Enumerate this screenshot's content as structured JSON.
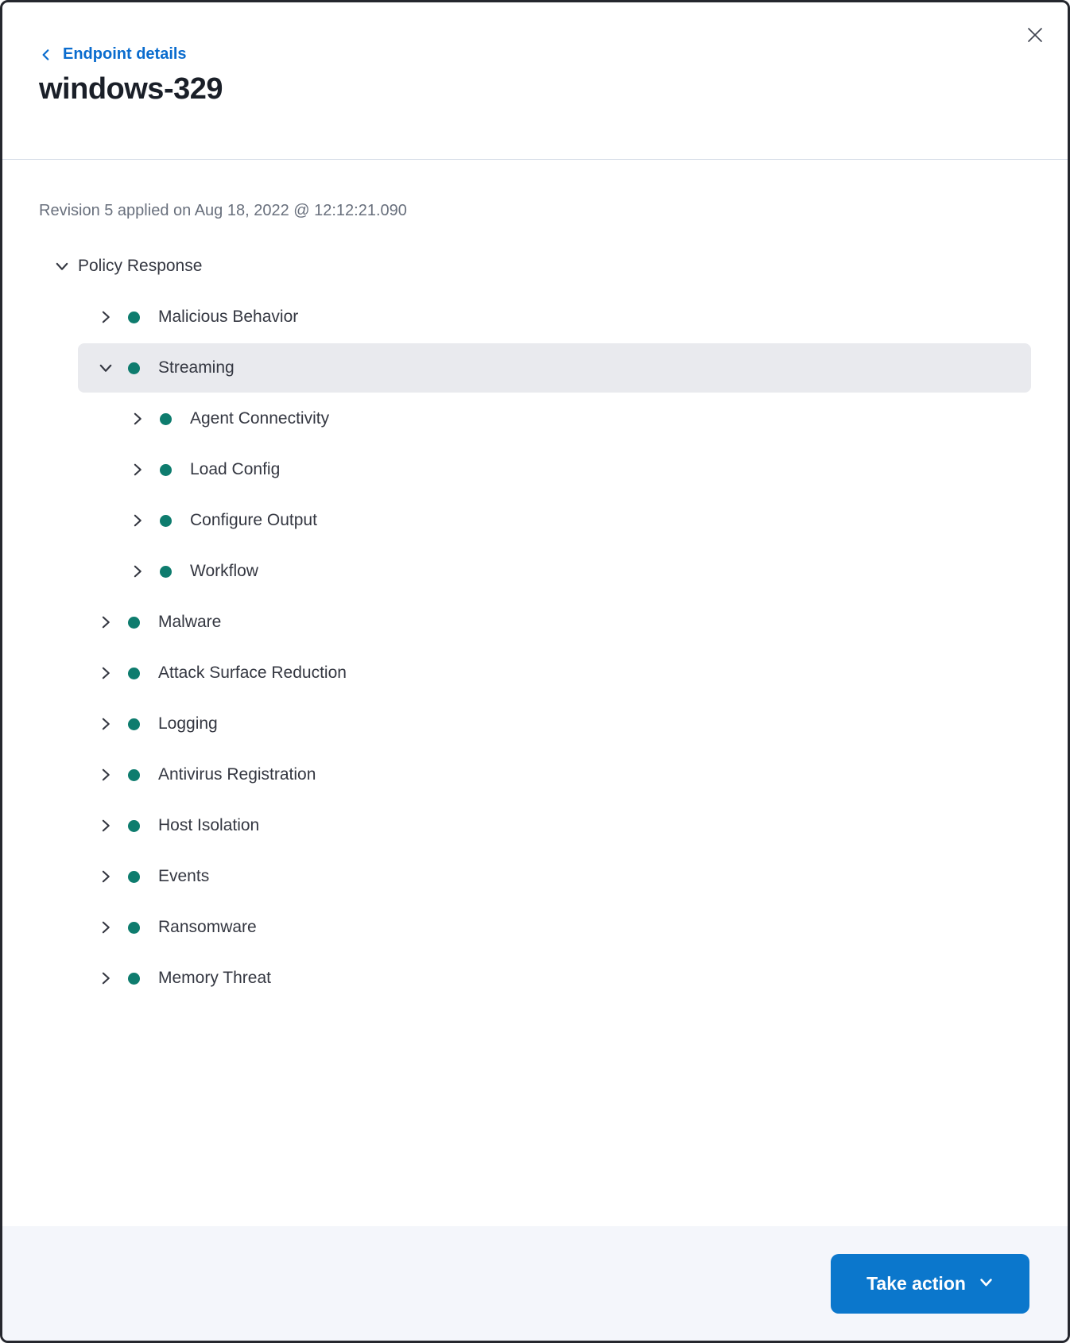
{
  "panel": {
    "back_link_label": "Endpoint details",
    "title": "windows-329",
    "revision_text": "Revision 5 applied on Aug 18, 2022 @ 12:12:21.090"
  },
  "tree": {
    "root": {
      "label": "Policy Response",
      "expanded": true
    },
    "items": [
      {
        "label": "Malicious Behavior",
        "level": 1,
        "expanded": false,
        "selected": false
      },
      {
        "label": "Streaming",
        "level": 1,
        "expanded": true,
        "selected": true
      },
      {
        "label": "Agent Connectivity",
        "level": 2,
        "expanded": false,
        "selected": false
      },
      {
        "label": "Load Config",
        "level": 2,
        "expanded": false,
        "selected": false
      },
      {
        "label": "Configure Output",
        "level": 2,
        "expanded": false,
        "selected": false
      },
      {
        "label": "Workflow",
        "level": 2,
        "expanded": false,
        "selected": false
      },
      {
        "label": "Malware",
        "level": 1,
        "expanded": false,
        "selected": false
      },
      {
        "label": "Attack Surface Reduction",
        "level": 1,
        "expanded": false,
        "selected": false
      },
      {
        "label": "Logging",
        "level": 1,
        "expanded": false,
        "selected": false
      },
      {
        "label": "Antivirus Registration",
        "level": 1,
        "expanded": false,
        "selected": false
      },
      {
        "label": "Host Isolation",
        "level": 1,
        "expanded": false,
        "selected": false
      },
      {
        "label": "Events",
        "level": 1,
        "expanded": false,
        "selected": false
      },
      {
        "label": "Ransomware",
        "level": 1,
        "expanded": false,
        "selected": false
      },
      {
        "label": "Memory Threat",
        "level": 1,
        "expanded": false,
        "selected": false
      }
    ]
  },
  "footer": {
    "take_action_label": "Take action"
  },
  "icons": {
    "close": "close-icon",
    "back_chevron": "chevron-left-icon",
    "expanded": "chevron-down-icon",
    "collapsed": "chevron-right-icon",
    "status": "status-dot-icon",
    "button_chevron": "chevron-down-icon"
  },
  "colors": {
    "link_blue": "#0A6CCE",
    "button_blue": "#0B77CC",
    "status_teal": "#0E7C6E",
    "selected_row_bg": "#E9EAEE",
    "footer_bg": "#F4F6FB",
    "divider": "#D3DAE6",
    "text_primary": "#343741",
    "title_text": "#1A1F28",
    "muted_text": "#69707D"
  }
}
